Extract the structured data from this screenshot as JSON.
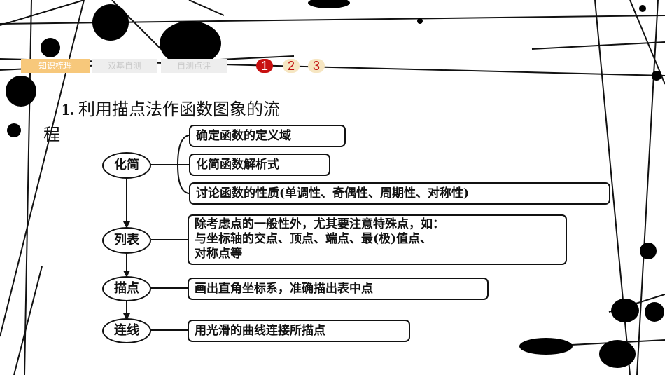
{
  "tabs": [
    {
      "label": "知识梳理",
      "active": true
    },
    {
      "label": "双基自测",
      "active": false
    },
    {
      "label": "自测点评",
      "active": false
    }
  ],
  "pages": [
    "1",
    "2",
    "3"
  ],
  "heading": {
    "number": "1.",
    "text_line1": "利用描点法作函数图象的流",
    "text_line2": "程"
  },
  "steps": [
    {
      "label": "化简",
      "details": [
        "确定函数的定义域",
        "化简函数解析式",
        "讨论函数的性质(单调性、奇偶性、周期性、对称性)"
      ]
    },
    {
      "label": "列表",
      "details": [
        "除考虑点的一般性外，尤其要注意特殊点，如：",
        "与坐标轴的交点、顶点、端点、最(极)值点、",
        "对称点等"
      ]
    },
    {
      "label": "描点",
      "details": [
        "画出直角坐标系，准确描出表中点"
      ]
    },
    {
      "label": "连线",
      "details": [
        "用光滑的曲线连接所描点"
      ]
    }
  ],
  "colors": {
    "accent": "#f7c87b",
    "active_number": "#c81010",
    "text": "#111111"
  }
}
